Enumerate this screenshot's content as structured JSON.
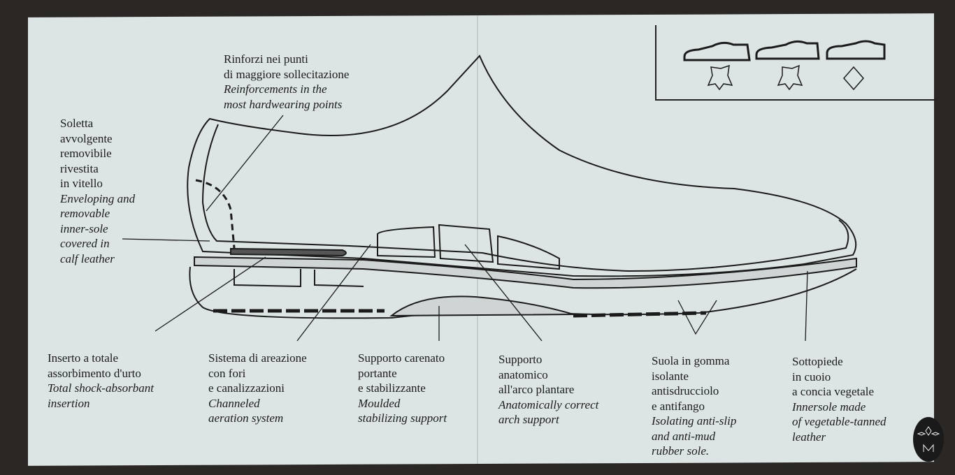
{
  "labels": {
    "reinforcements": {
      "it": [
        "Rinforzi nei punti",
        "di maggiore sollecitazione"
      ],
      "en": [
        "Reinforcements in the",
        "most hardwearing points"
      ]
    },
    "insole": {
      "it": [
        "Soletta",
        "avvolgente",
        "removibile",
        "rivestita",
        "in vitello"
      ],
      "en": [
        "Enveloping and",
        "removable",
        "inner-sole",
        "covered in",
        "calf leather"
      ]
    },
    "shock": {
      "it": [
        "Inserto a totale",
        "assorbimento d'urto"
      ],
      "en": [
        "Total shock-absorbant",
        "insertion"
      ]
    },
    "aeration": {
      "it": [
        "Sistema di areazione",
        "con fori",
        "e canalizzazioni"
      ],
      "en": [
        "Channeled",
        "aeration system"
      ]
    },
    "stabilizing": {
      "it": [
        "Supporto carenato",
        "portante",
        "e stabilizzante"
      ],
      "en": [
        "Moulded",
        "stabilizing support"
      ]
    },
    "arch": {
      "it": [
        "Supporto",
        "anatomico",
        "all'arco plantare"
      ],
      "en": [
        "Anatomically correct",
        "arch support"
      ]
    },
    "sole": {
      "it": [
        "Suola in gomma",
        "isolante",
        "antisdrucciolo",
        "e antifango"
      ],
      "en": [
        "Isolating anti-slip",
        "and anti-mud",
        "rubber sole."
      ]
    },
    "innersole": {
      "it": [
        "Sottopiede",
        "in cuoio",
        "a concia vegetale"
      ],
      "en": [
        "Innersole made",
        "of vegetable-tanned",
        "leather"
      ]
    }
  },
  "legend_icons": [
    "shoe-upper-icon",
    "shoe-lining-icon",
    "shoe-sole-icon",
    "leather-hide-icon",
    "leather-hide-icon",
    "diamond-material-icon"
  ],
  "colors": {
    "card": "#dde4e4",
    "ink": "#1b1b1b",
    "background": "#2b2724"
  }
}
